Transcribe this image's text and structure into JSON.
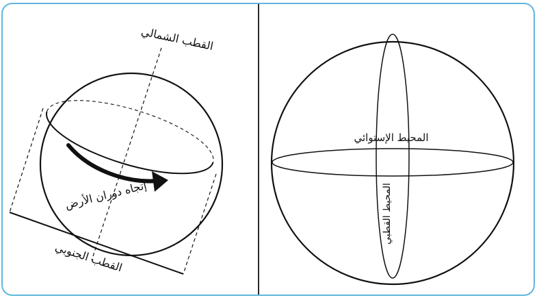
{
  "labels": {
    "north_pole": "القطب الشمالي",
    "south_pole": "القطب الجنوبي",
    "rotation_direction": "إتجاه دوران الأرض",
    "equator": "المحيط الإستوائي",
    "meridian": "المحيط القطبي"
  },
  "colors": {
    "frame_border": "#5fb6dd",
    "ink": "#111111"
  }
}
